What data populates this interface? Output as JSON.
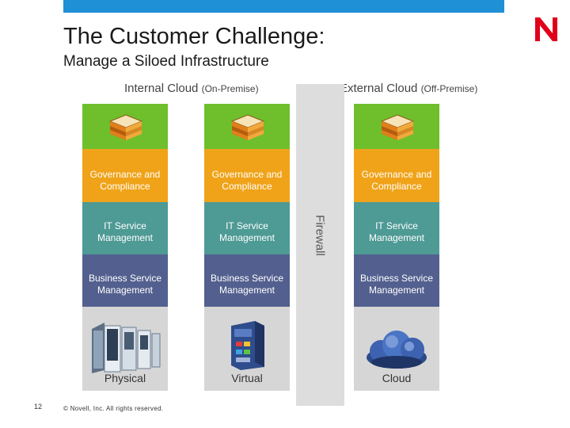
{
  "title": "The Customer Challenge:",
  "subtitle": "Manage a Siloed Infrastructure",
  "internal_cloud": {
    "label": "Internal Cloud",
    "qualifier": "(On-Premise)"
  },
  "external_cloud": {
    "label": "External Cloud",
    "qualifier": "(Off-Premise)"
  },
  "firewall": "Firewall",
  "columns": [
    {
      "governance": [
        "Governance and",
        "Compliance"
      ],
      "it_service": [
        "IT Service",
        "Management"
      ],
      "business_service": [
        "Business Service",
        "Management"
      ],
      "infrastructure": "Physical",
      "infrastructure_icon": "server-rack-icon"
    },
    {
      "governance": [
        "Governance and",
        "Compliance"
      ],
      "it_service": [
        "IT Service",
        "Management"
      ],
      "business_service": [
        "Business Service",
        "Management"
      ],
      "infrastructure": "Virtual",
      "infrastructure_icon": "virtual-server-icon"
    },
    {
      "governance": [
        "Governance and",
        "Compliance"
      ],
      "it_service": [
        "IT Service",
        "Management"
      ],
      "business_service": [
        "Business Service",
        "Management"
      ],
      "infrastructure": "Cloud",
      "infrastructure_icon": "cloud-icon"
    }
  ],
  "footer": {
    "page_number": "12",
    "copyright": "© Novell, Inc. All rights reserved."
  },
  "colors": {
    "top_bar": "#1f8fd6",
    "green": "#6fbf2c",
    "orange": "#f0a319",
    "teal": "#4e9a95",
    "blue": "#53608f",
    "gray": "#d6d6d6",
    "logo": "#e1001a"
  },
  "logo_letter": "N"
}
